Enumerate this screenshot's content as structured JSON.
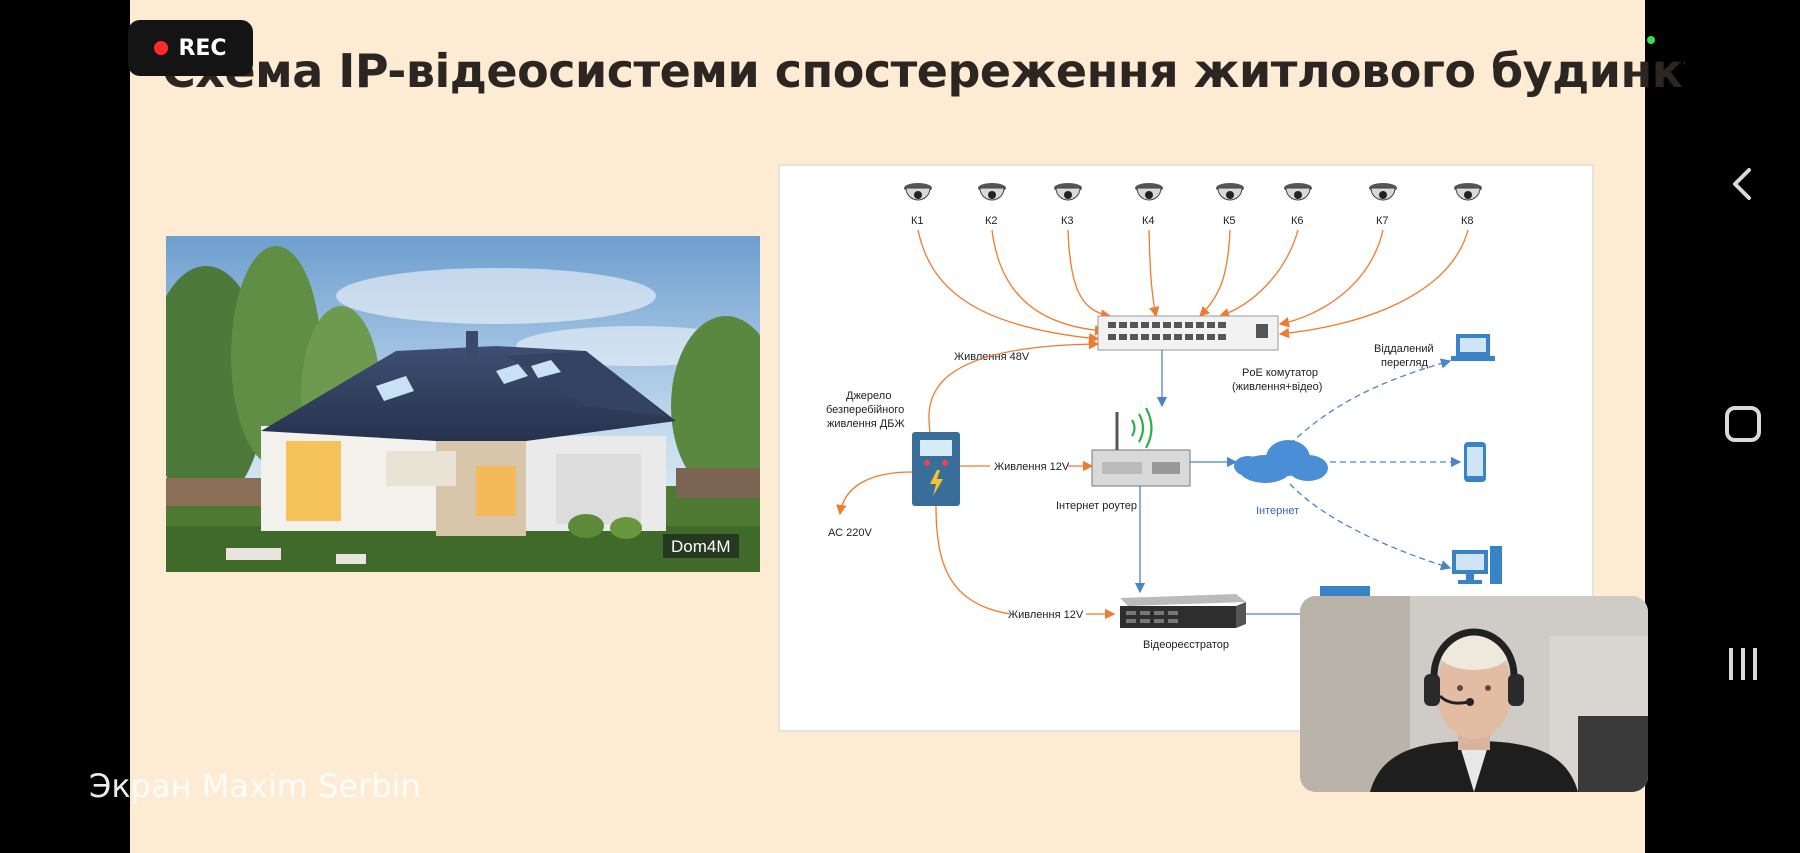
{
  "recording": {
    "label": "REC"
  },
  "slide": {
    "title": "Схема IP-відеосистеми спостереження житлового будинку",
    "photo_watermark": "Dom4M"
  },
  "diagram": {
    "cameras": [
      "К1",
      "К2",
      "К3",
      "К4",
      "К5",
      "К6",
      "К7",
      "К8"
    ],
    "labels": {
      "power_48v": "Живлення 48V",
      "poe_switch_line1": "PoE комутатор",
      "poe_switch_line2": "(живлення+відео)",
      "ups_line1": "Джерело",
      "ups_line2": "безперебійного",
      "ups_line3": "живлення ДБЖ",
      "ac": "АС 220V",
      "power_12v_router": "Живлення 12V",
      "router": "Інтернет роутер",
      "internet": "Інтернет",
      "remote_line1": "Віддалений",
      "remote_line2": "перегляд",
      "power_12v_dvr": "Живлення 12V",
      "dvr": "Відеореєстратор"
    }
  },
  "screen_share": {
    "label": "Экран Maxim Serbin"
  },
  "colors": {
    "slide_bg": "#fdebd3",
    "cable_orange": "#f07b2e",
    "cable_blue": "#4a86c5"
  },
  "nav": [
    "back-icon",
    "home-icon",
    "recents-icon"
  ]
}
